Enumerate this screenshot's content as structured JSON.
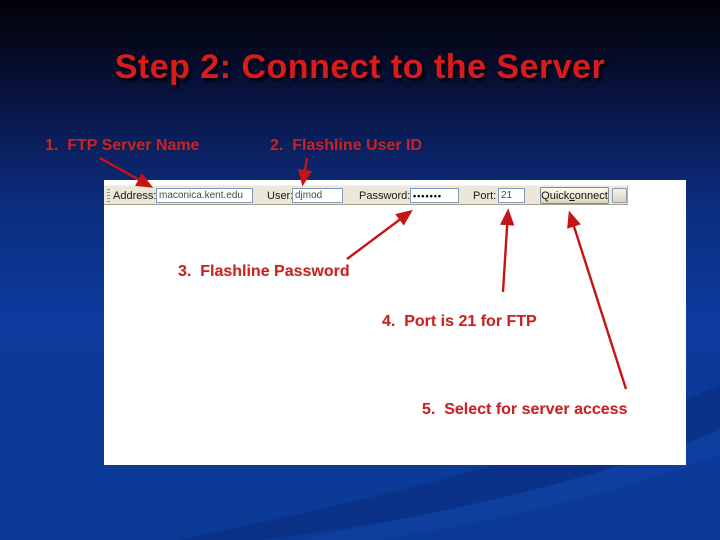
{
  "slide": {
    "title": "Step 2: Connect to the Server"
  },
  "annotations": {
    "label1": "1.  FTP Server Name",
    "label2": "2.  Flashline User ID",
    "label3": "3.  Flashline Password",
    "label4": "4.  Port is 21 for FTP",
    "label5": "5.  Select for server access"
  },
  "toolbar": {
    "address_label": "Address:",
    "address_value": "maconica.kent.edu",
    "user_label": "User:",
    "user_value": "djmod",
    "password_label": "Password:",
    "password_value": "•••••••",
    "port_label": "Port:",
    "port_value": "21",
    "quickconnect": {
      "pre": "Quick",
      "accel": "c",
      "post": "onnect"
    },
    "dropdown_icon": "chevron-down-icon"
  },
  "colors": {
    "title_red": "#DA1B1B",
    "annotation_red": "#C92323",
    "arrow_red": "#C41414",
    "slide_blue_bottom": "#0B3A96",
    "toolbar_face": "#EBE8D8",
    "input_border": "#7F9DB9"
  }
}
